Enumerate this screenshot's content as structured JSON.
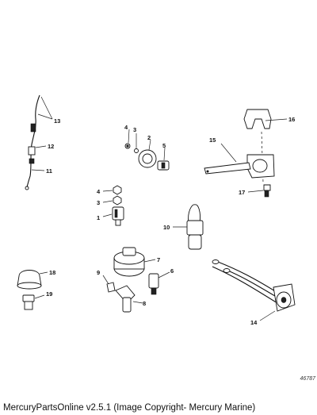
{
  "callouts": {
    "c1": "1",
    "c2": "2",
    "c3a": "3",
    "c3b": "3",
    "c4a": "4",
    "c4b": "4",
    "c5": "5",
    "c6": "6",
    "c7": "7",
    "c8": "8",
    "c9": "9",
    "c10": "10",
    "c11": "11",
    "c12": "12",
    "c13": "13",
    "c14": "14",
    "c15": "15",
    "c16": "16",
    "c17": "17",
    "c18": "18",
    "c19": "19"
  },
  "drawing_number": "46787",
  "footer": "MercuryPartsOnline v2.5.1 (Image Copyright- Mercury Marine)"
}
